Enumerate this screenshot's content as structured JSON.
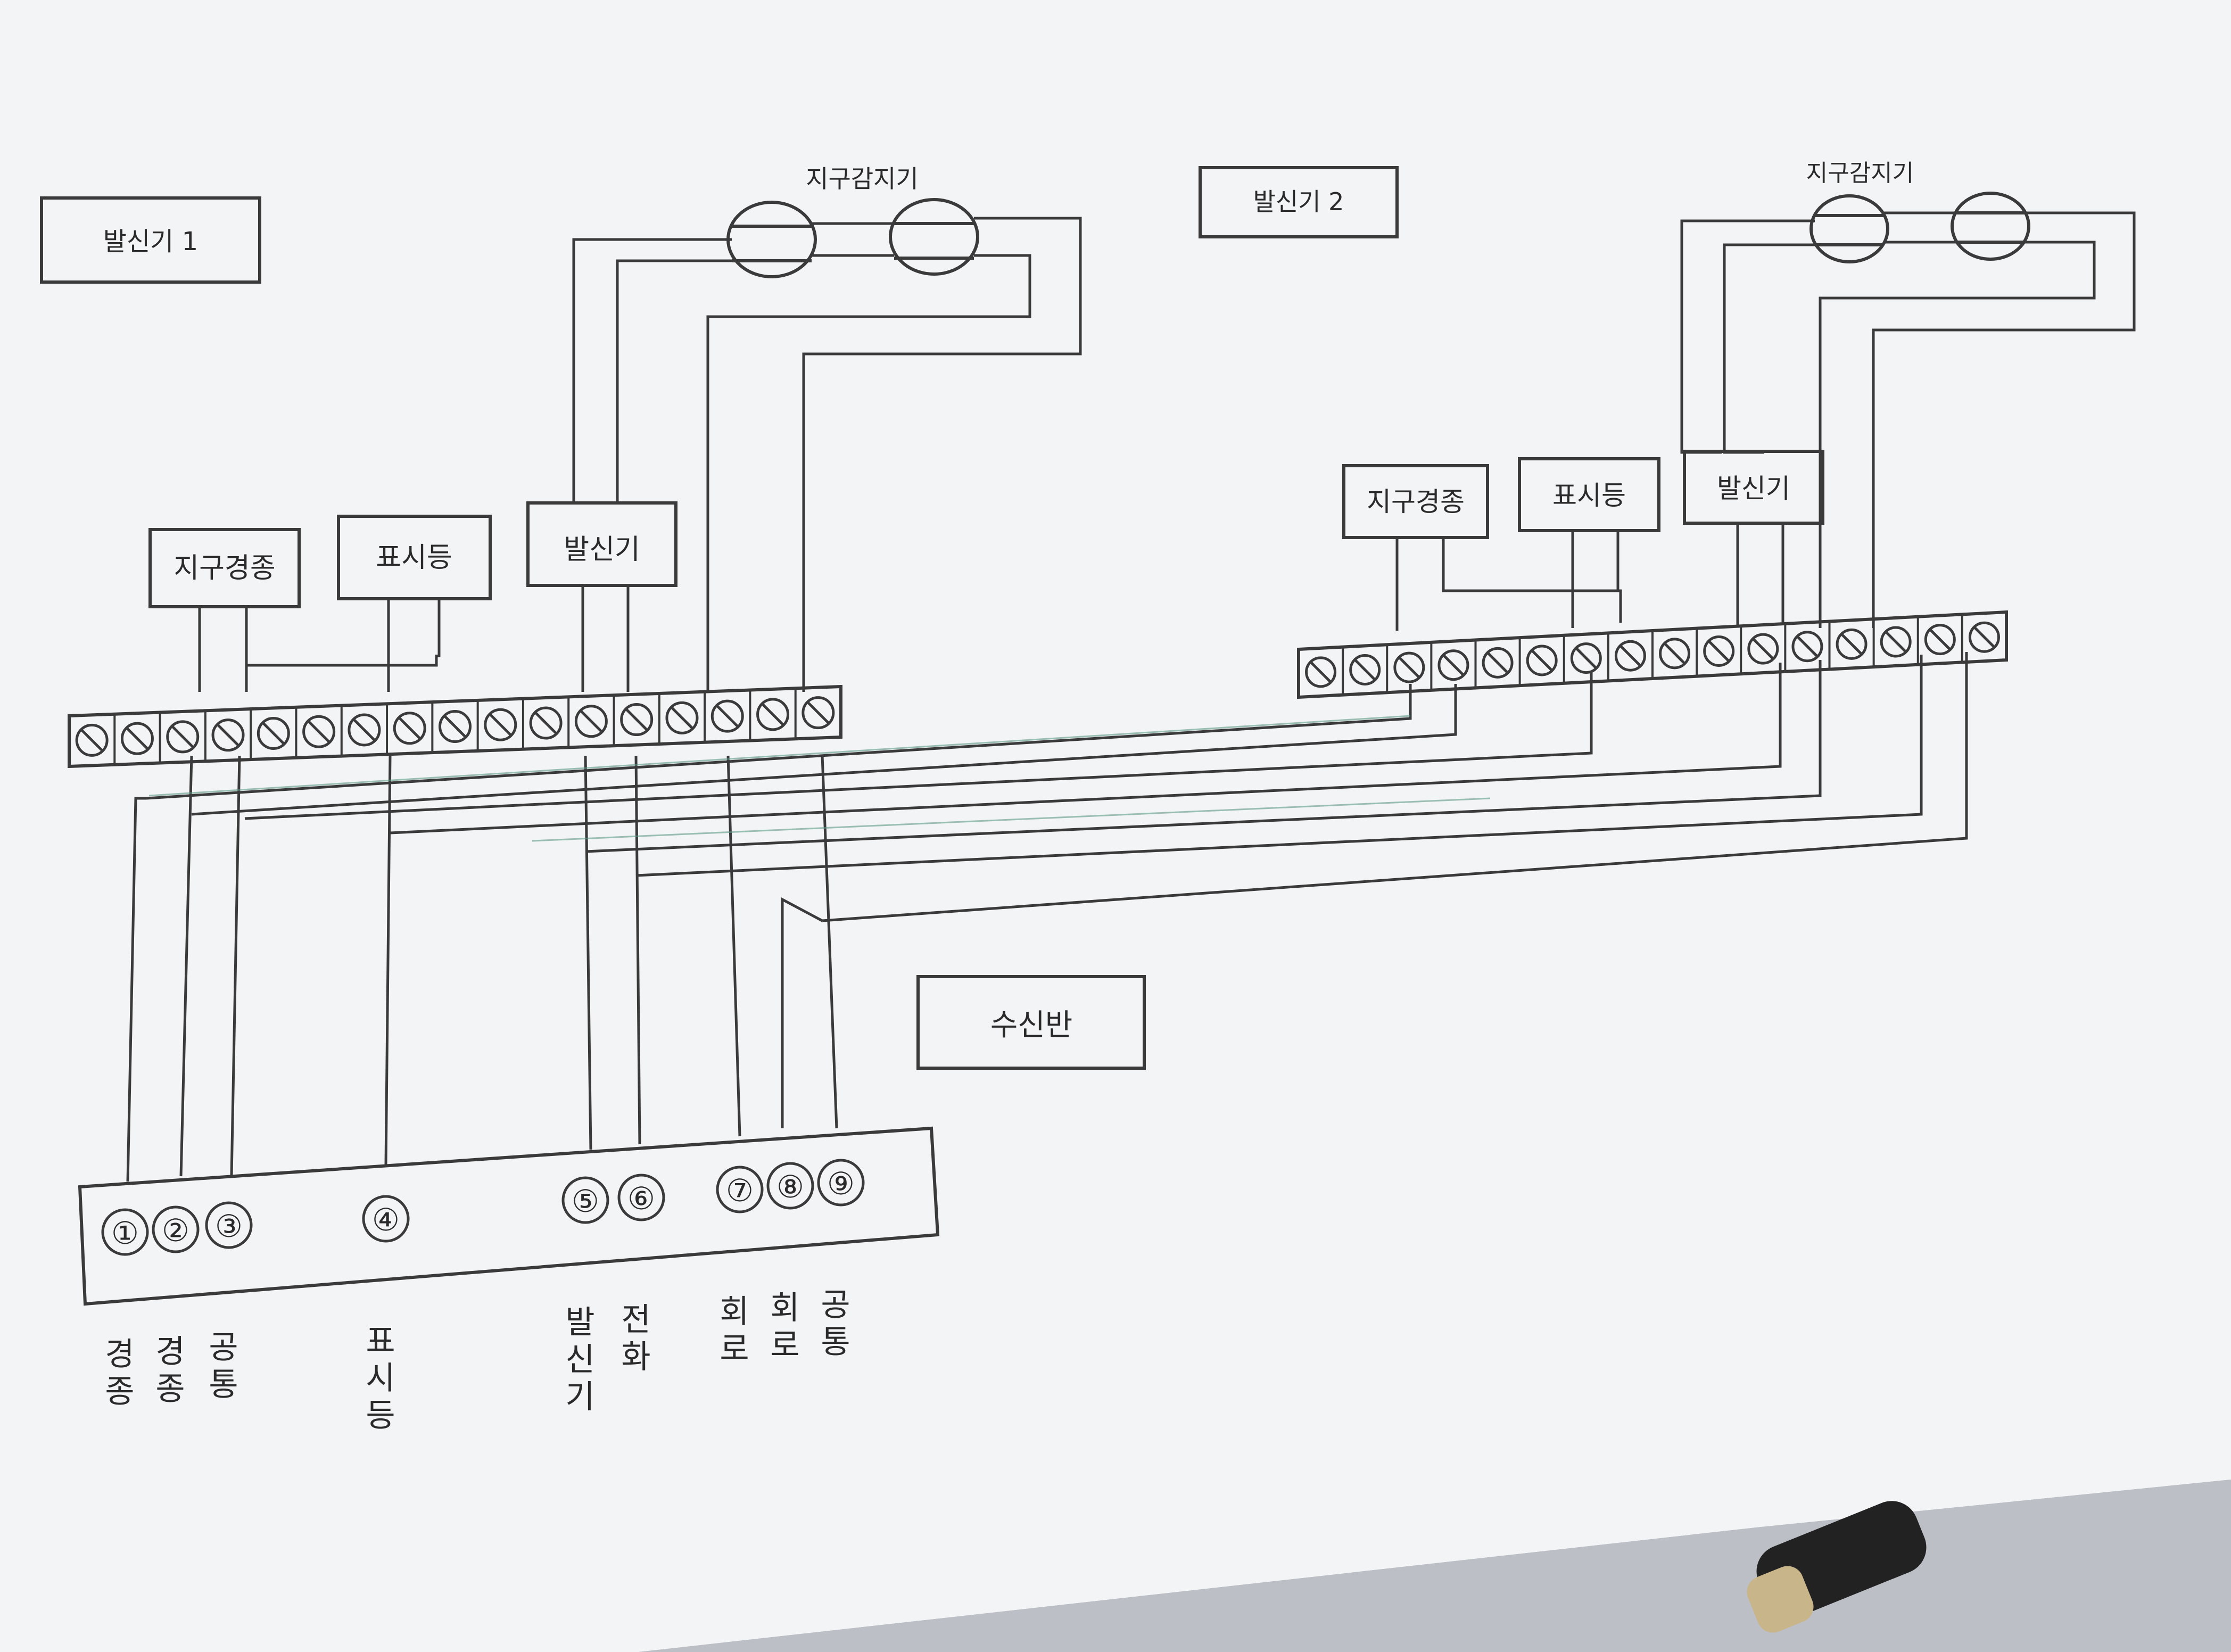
{
  "panels": {
    "transmitter1": "발신기 1",
    "transmitter2": "발신기 2",
    "receiver": "수신반"
  },
  "detector_title": "지구감지기",
  "boxes": {
    "bell": "지구경종",
    "lamp": "표시등",
    "transmitter": "발신기"
  },
  "terminals": [
    {
      "num": "①",
      "label": [
        "경",
        "종"
      ]
    },
    {
      "num": "②",
      "label": [
        "경",
        "종"
      ]
    },
    {
      "num": "③",
      "label": [
        "공",
        "통"
      ]
    },
    {
      "num": "④",
      "label": [
        "표",
        "시",
        "등"
      ]
    },
    {
      "num": "⑤",
      "label": [
        "발",
        "신",
        "기"
      ]
    },
    {
      "num": "⑥",
      "label": [
        "전",
        "화"
      ]
    },
    {
      "num": "⑦",
      "label": [
        "회",
        "로"
      ]
    },
    {
      "num": "⑧",
      "label": [
        "회",
        "로"
      ]
    },
    {
      "num": "⑨",
      "label": [
        "공",
        "통"
      ]
    }
  ],
  "colors": {
    "paper": "#f3f4f6",
    "ink": "#3a3a3a",
    "green_trace": "#5f9a85",
    "background": "#a9acb4"
  }
}
